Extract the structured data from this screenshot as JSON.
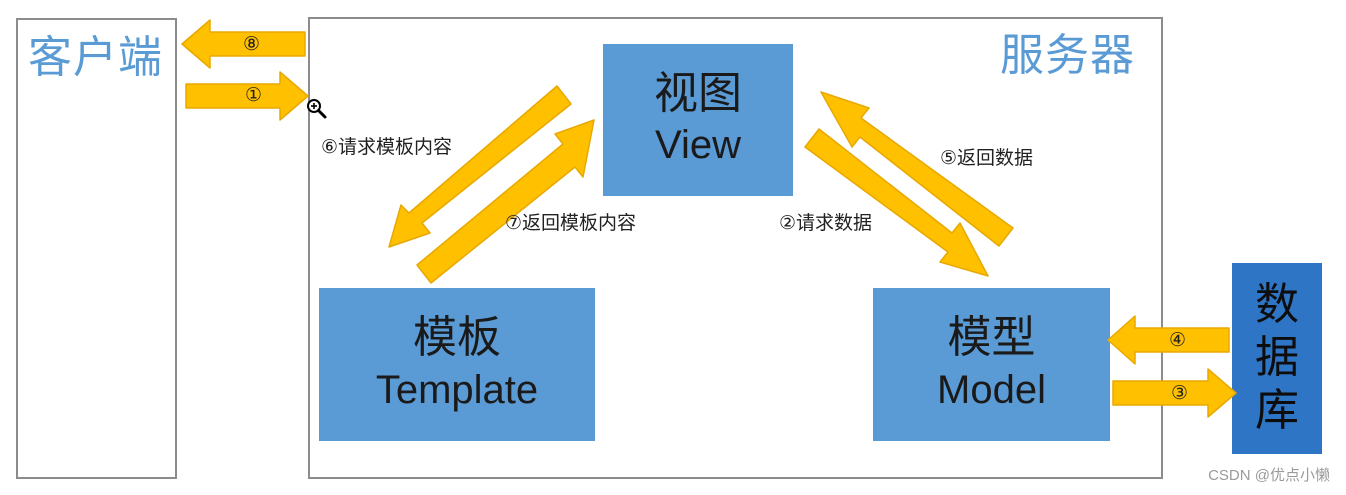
{
  "client": {
    "label": "客户端"
  },
  "server": {
    "label": "服务器"
  },
  "view": {
    "title": "视图",
    "subtitle": "View"
  },
  "template": {
    "title": "模板",
    "subtitle": "Template"
  },
  "model": {
    "title": "模型",
    "subtitle": "Model"
  },
  "database": {
    "chars": [
      "数",
      "据",
      "库"
    ]
  },
  "arrows": {
    "step1": "①",
    "step2": "②请求数据",
    "step3": "③",
    "step4": "④",
    "step5": "⑤返回数据",
    "step6": "⑥请求模板内容",
    "step7": "⑦返回模板内容",
    "step8": "⑧"
  },
  "colors": {
    "box": "#5b9bd5",
    "db": "#2e75c6",
    "arrow": "#ffc000",
    "arrow_stroke": "#e8a800",
    "label": "#5b9bd5"
  },
  "watermark": "CSDN @优点小懒"
}
